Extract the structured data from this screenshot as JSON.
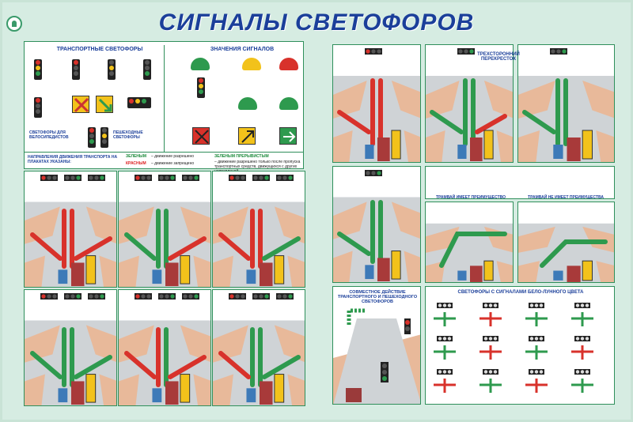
{
  "title": "СИГНАЛЫ СВЕТОФОРОВ",
  "colors": {
    "bg": "#d6ece2",
    "title": "#1b3f9a",
    "green": "#2e9a4e",
    "red": "#d8322b",
    "road": "#e8b99a",
    "asphalt": "#cfd3d6"
  },
  "left_top": {
    "transport_header": "ТРАНСПОРТНЫЕ СВЕТОФОРЫ",
    "signals_header": "ЗНАЧЕНИЯ СИГНАЛОВ",
    "bicycle_label": "СВЕТОФОРЫ ДЛЯ ВЕЛОСИПЕДИСТОВ",
    "pedestrian_label": "ПЕШЕХОДНЫЕ СВЕТОФОРЫ"
  },
  "directions": {
    "header": "НАПРАВЛЕНИЯ ДВИЖЕНИЯ ТРАНСПОРТА НА ПЛАКАТАХ УКАЗАНЫ:",
    "green_word": "ЗЕЛЕНЫМ",
    "green_text": "– движение разрешено",
    "red_word": "КРАСНЫМ",
    "red_text": "– движение запрещено",
    "pattern_word": "ЗЕЛЕНЫМ ПРЕРЫВИСТЫМ",
    "pattern_text": "– движение разрешено только после пропуска транспортных средств, движущихся с других направлений"
  },
  "right": {
    "three_way": "ТРЕХСТОРОННИЙ ПЕРЕКРЕСТОК",
    "tram_priority": "ТРАМВАЙ ИМЕЕТ ПРЕИМУЩЕСТВО",
    "tram_no_priority": "ТРАМВАЙ НЕ ИМЕЕТ ПРЕИМУЩЕСТВА",
    "joint": "СОВМЕСТНОЕ ДЕЙСТВИЕ ТРАНСПОРТНОГО И ПЕШЕХОДНОГО СВЕТОФОРОВ",
    "white_lunar": "СВЕТОФОРЫ С СИГНАЛАМИ БЕЛО-ЛУННОГО ЦВЕТА"
  },
  "icons": [
    "traffic-light-icon",
    "helmet-icon",
    "arrow-icon",
    "car-icon",
    "bus-icon",
    "tram-icon"
  ]
}
